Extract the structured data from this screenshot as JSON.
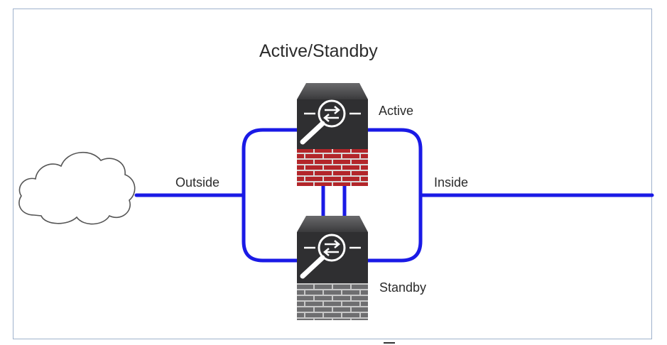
{
  "diagram": {
    "title": "Active/Standby",
    "links": {
      "outside_label": "Outside",
      "inside_label": "Inside"
    },
    "devices": {
      "active_label": "Active",
      "standby_label": "Standby"
    },
    "colors": {
      "link": "#1a1ae6",
      "active_wall": "#b3262a",
      "standby_wall": "#6e6e70",
      "device_body": "#2f2f31",
      "frame": "#9fb2cc"
    },
    "icons": {
      "cloud": "cloud-icon",
      "firewall": "firewall-icon"
    }
  }
}
